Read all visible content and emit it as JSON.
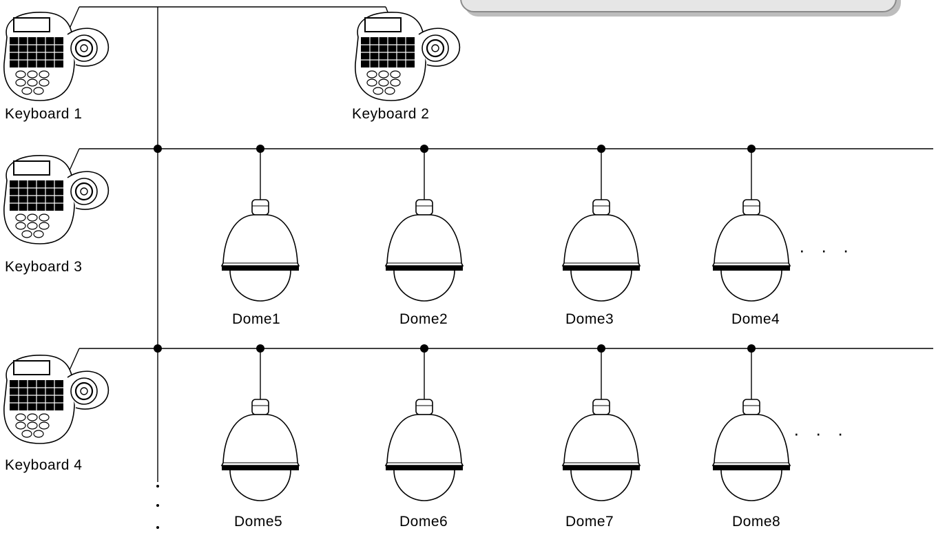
{
  "keyboards": [
    {
      "label": "Keyboard 1"
    },
    {
      "label": "Keyboard 2"
    },
    {
      "label": "Keyboard 3"
    },
    {
      "label": "Keyboard 4"
    }
  ],
  "domes": [
    {
      "label": "Dome1"
    },
    {
      "label": "Dome2"
    },
    {
      "label": "Dome3"
    },
    {
      "label": "Dome4"
    },
    {
      "label": "Dome5"
    },
    {
      "label": "Dome6"
    },
    {
      "label": "Dome7"
    },
    {
      "label": "Dome8"
    }
  ],
  "continuation_marks": {
    "row1": "· · ·",
    "row2": "· · ·"
  },
  "colors": {
    "line": "#000000",
    "callout_fill": "#e6e6e6"
  }
}
